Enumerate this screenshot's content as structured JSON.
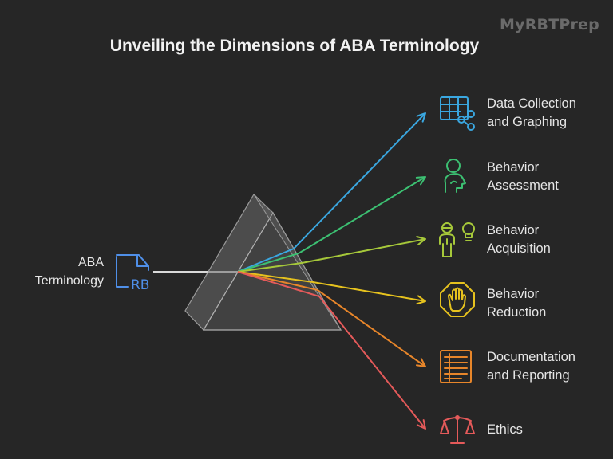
{
  "title": "Unveiling the Dimensions of ABA Terminology",
  "watermark": "MyRBTPrep",
  "source": {
    "line1": "ABA",
    "line2": "Terminology",
    "icon": "document-icon",
    "icon_text": "RB",
    "color": "#4f8fe8"
  },
  "dimensions": [
    {
      "line1": "Data Collection",
      "line2": "and Graphing",
      "icon": "table-network-icon",
      "color": "#3aa7e0"
    },
    {
      "line1": "Behavior",
      "line2": "Assessment",
      "icon": "head-profile-icon",
      "color": "#3cc072"
    },
    {
      "line1": "Behavior",
      "line2": "Acquisition",
      "icon": "person-lightbulb-icon",
      "color": "#a6c83a"
    },
    {
      "line1": "Behavior",
      "line2": "Reduction",
      "icon": "stop-hand-icon",
      "color": "#e6c21e"
    },
    {
      "line1": "Documentation",
      "line2": "and Reporting",
      "icon": "lined-document-icon",
      "color": "#e8862a"
    },
    {
      "line1": "Ethics",
      "line2": "",
      "icon": "balance-scale-icon",
      "color": "#e55a5a"
    }
  ]
}
